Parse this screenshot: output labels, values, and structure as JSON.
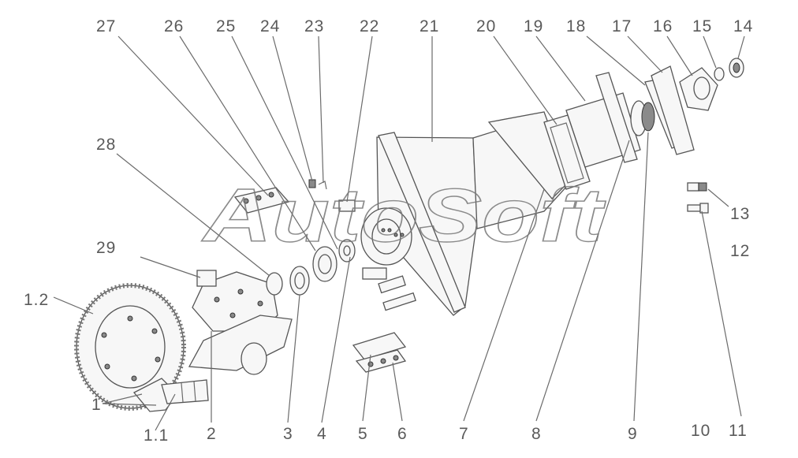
{
  "watermark": "AutoSoft",
  "labels": {
    "l1_2": "1.2",
    "l1": "1",
    "l1_1": "1.1",
    "l2": "2",
    "l3": "3",
    "l4": "4",
    "l5": "5",
    "l6": "6",
    "l7": "7",
    "l8": "8",
    "l9": "9",
    "l10": "10",
    "l11": "11",
    "l12": "12",
    "l13": "13",
    "l14": "14",
    "l15": "15",
    "l16": "16",
    "l17": "17",
    "l18": "18",
    "l19": "19",
    "l20": "20",
    "l21": "21",
    "l22": "22",
    "l23": "23",
    "l24": "24",
    "l25": "25",
    "l26": "26",
    "l27": "27",
    "l28": "28",
    "l29": "29"
  }
}
